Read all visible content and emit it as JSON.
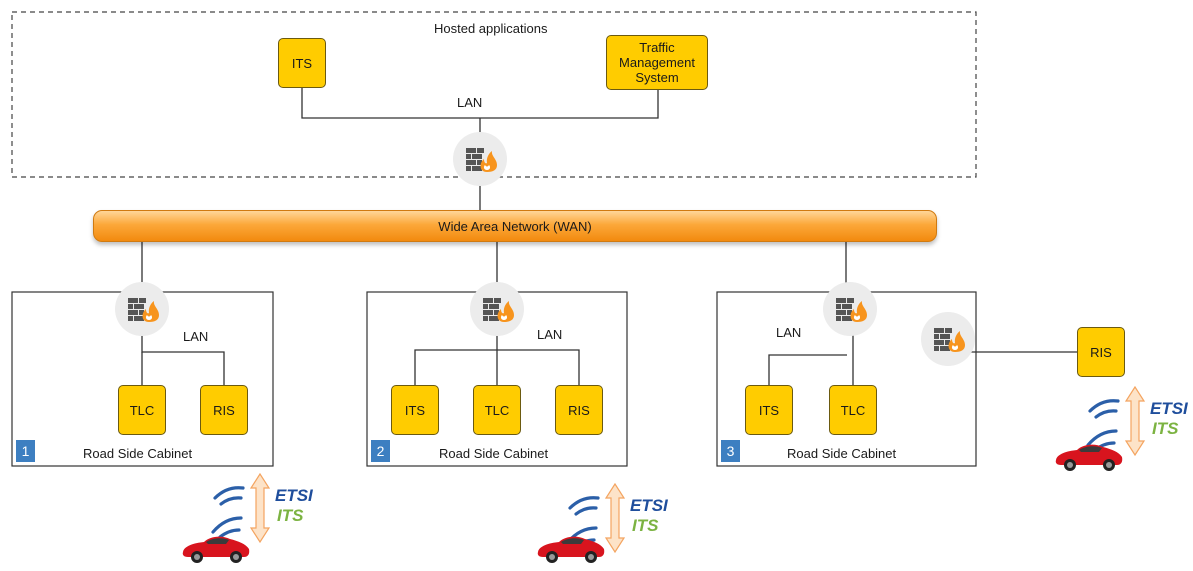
{
  "hosted": {
    "title": "Hosted applications",
    "lan_label": "LAN",
    "nodes": [
      "ITS",
      "Traffic\nManagement\nSystem"
    ]
  },
  "wan": {
    "label": "Wide Area Network (WAN)"
  },
  "cabinets": [
    {
      "number": "1",
      "name": "Road Side Cabinet",
      "lan_label": "LAN",
      "nodes": [
        "TLC",
        "RIS"
      ]
    },
    {
      "number": "2",
      "name": "Road Side Cabinet",
      "lan_label": "LAN",
      "nodes": [
        "ITS",
        "TLC",
        "RIS"
      ]
    },
    {
      "number": "3",
      "name": "Road Side Cabinet",
      "lan_label": "LAN",
      "nodes": [
        "ITS",
        "TLC"
      ]
    }
  ],
  "external_node": "RIS",
  "etsi_logo": {
    "line1": "ETSI",
    "line2": "ITS"
  },
  "colors": {
    "node": "#ffcc00",
    "wan": "#f7941d",
    "badge": "#3d7fc1",
    "firewall_bg": "#ececec",
    "arrow": "#f4a460"
  }
}
